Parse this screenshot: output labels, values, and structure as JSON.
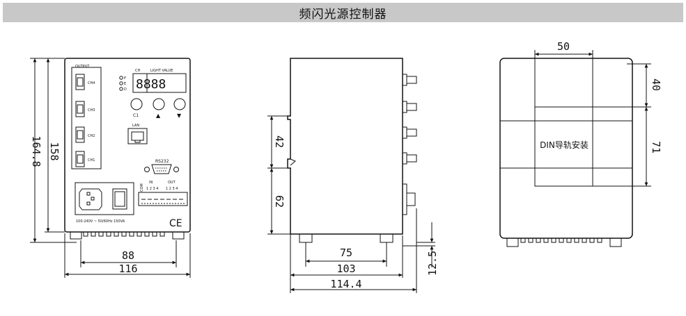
{
  "title": "频闪光源控制器",
  "front_view": {
    "output_label": "OUTPUT",
    "channels": [
      "CH4",
      "CH3",
      "CH2",
      "CH1"
    ],
    "leds": [
      "P",
      "E",
      "D"
    ],
    "display_labels": {
      "ch": "CH",
      "light_value": "LIGHT VALUE"
    },
    "display_digits": "8888",
    "button_labels": {
      "c1": "C1",
      "up": "▲",
      "down": "▼"
    },
    "lan_label": "LAN",
    "rs232_label": "RS232",
    "in_label": "IN",
    "out_label": "OUT",
    "com_label": "COM",
    "in_pins": "1 2 3 4",
    "out_pins": "1 2 3 4",
    "power_rating": "100-240V ~ 50/60Hz 150VA",
    "ce_mark": "CE",
    "dims": {
      "overall_height": "164.8",
      "body_height": "158",
      "foot_spacing": "88",
      "width": "116"
    }
  },
  "side_view": {
    "dims": {
      "din_top": "42",
      "din_bottom": "62",
      "foot_spacing": "75",
      "body_depth": "103",
      "overall_depth": "114.4",
      "knob_offset": "12.5"
    }
  },
  "top_view": {
    "din_label": "DIN导轨安装",
    "dims": {
      "rail_width": "50",
      "top_offset": "40",
      "rail_height": "71"
    }
  }
}
